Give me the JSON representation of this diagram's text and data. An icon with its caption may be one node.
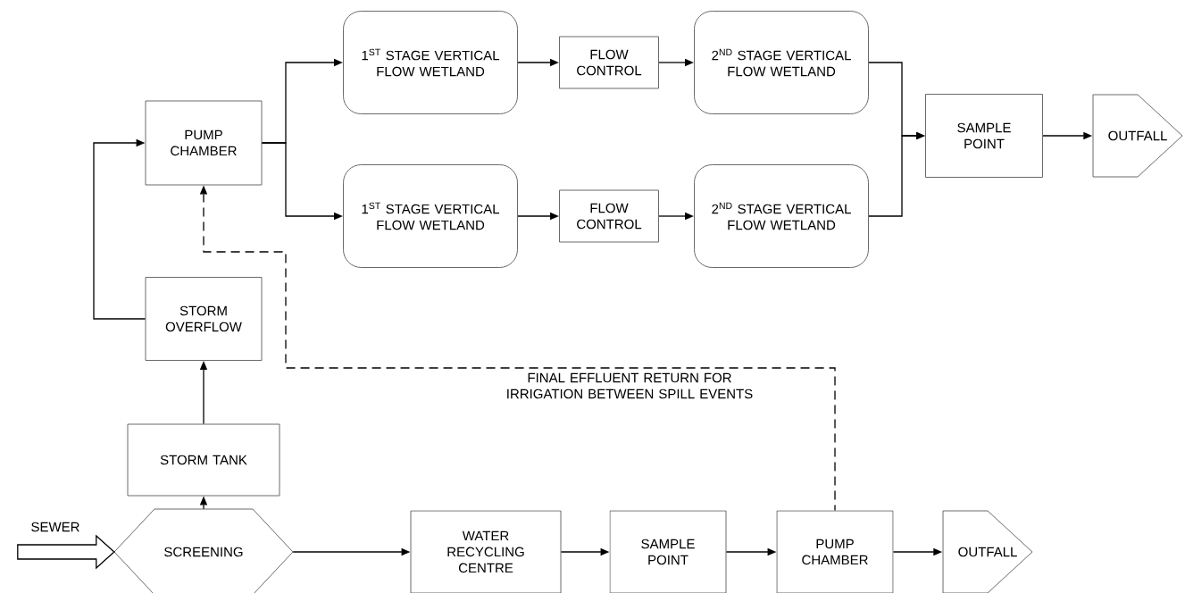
{
  "diagram": {
    "nodes": [
      {
        "text": [
          "SCREENING"
        ]
      },
      {
        "text": [
          "STORM TANK"
        ]
      },
      {
        "text": [
          "STORM OVERFLOW"
        ]
      },
      {
        "text": [
          "PUMP CHAMBER"
        ]
      },
      {
        "text": [
          "1$^{ST}$ STAGE VERTICAL FLOW WETLAND"
        ]
      },
      {
        "text": [
          "FLOW CONTROL"
        ]
      },
      {
        "text": [
          "2$^{ND}$ STAGE VERTICAL FLOW WETLAND"
        ]
      },
      {
        "text": [
          "1$^{ST}$ STAGE VERTICAL FLOW WETLAND"
        ]
      },
      {
        "text": [
          "FLOW CONTROL"
        ]
      },
      {
        "text": [
          "2$^{ND}$ STAGE VERTICAL FLOW WETLAND"
        ]
      },
      {
        "text": [
          "SAMPLE POINT"
        ]
      },
      {
        "text": [
          "OUTFALL"
        ]
      },
      {
        "text": [
          "WATER RECYCLING CENTRE"
        ]
      },
      {
        "text": [
          "SAMPLE POINT"
        ]
      },
      {
        "text": [
          "PUMP CHAMBER"
        ]
      },
      {
        "text": [
          "OUTFALL"
        ]
      }
    ],
    "edges": [
      {
        "from": null,
        "to": 0,
        "arrow": "to",
        "label": "SEWER"
      },
      {
        "from": 0,
        "to": 12,
        "arrow": "to"
      },
      {
        "from": 0,
        "to": 1,
        "arrow": "to"
      },
      {
        "from": 1,
        "to": 2,
        "arrow": "to"
      },
      {
        "from": 2,
        "to": 3,
        "arrow": "to"
      },
      {
        "from": 3,
        "to": 4,
        "arrow": "to"
      },
      {
        "from": 3,
        "to": 7,
        "arrow": "to"
      },
      {
        "from": 4,
        "to": 5,
        "arrow": "to"
      },
      {
        "from": 5,
        "to": 6,
        "arrow": "to"
      },
      {
        "from": 7,
        "to": 8,
        "arrow": "to"
      },
      {
        "from": 8,
        "to": 9,
        "arrow": "to"
      },
      {
        "from": 6,
        "to": 10,
        "arrow": "to"
      },
      {
        "from": 9,
        "to": 10,
        "arrow": "to"
      },
      {
        "from": 10,
        "to": 11,
        "arrow": "to"
      },
      {
        "from": 12,
        "to": 13,
        "arrow": "to"
      },
      {
        "from": 13,
        "to": 14,
        "arrow": "to"
      },
      {
        "from": 14,
        "to": 15,
        "arrow": "to"
      },
      {
        "from": 14,
        "to": 3,
        "arrow": "to",
        "style": "dashed",
        "label": "FINAL EFFLUENT RETURN FOR IRRIGATION BETWEEN SPILL EVENTS"
      }
    ]
  }
}
